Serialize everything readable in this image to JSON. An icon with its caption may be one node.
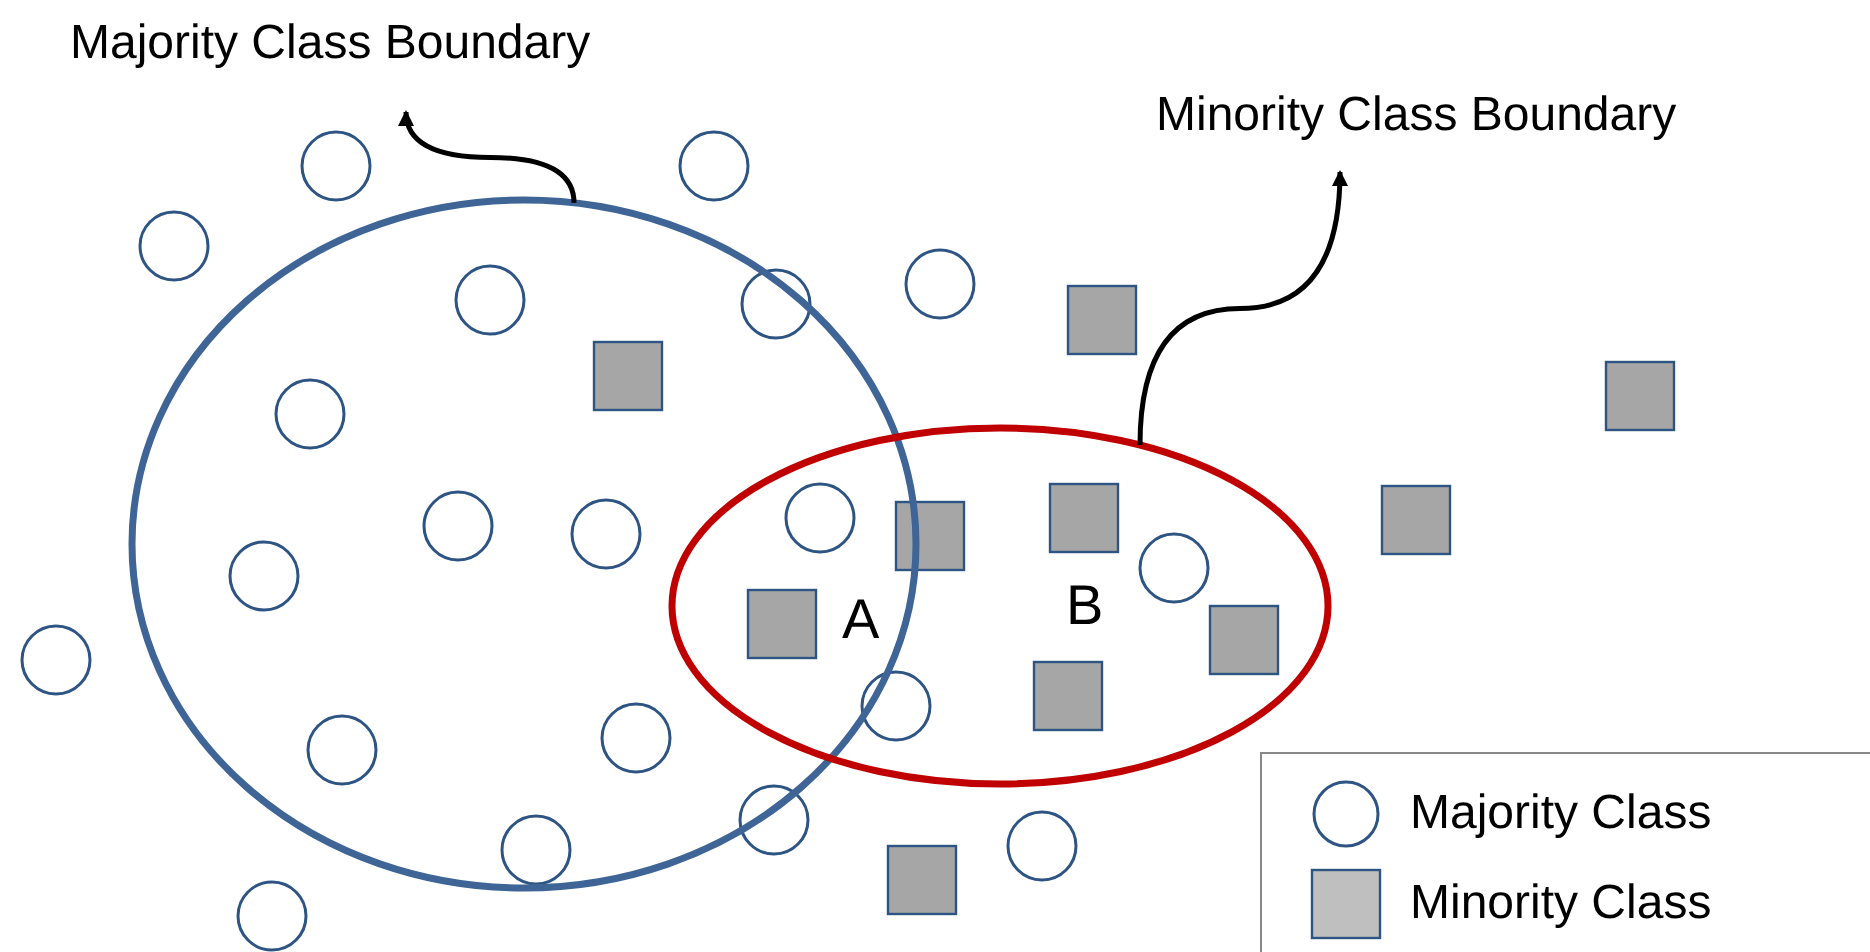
{
  "diagram": {
    "nodes": [
      {
        "text": [
          "Majority Class Boundary"
        ]
      },
      {
        "text": [],
        "shape": "ellipse"
      },
      {
        "text": [
          "Minority Class Boundary"
        ]
      },
      {
        "text": [],
        "shape": "ellipse"
      }
    ],
    "edges": [
      {
        "from": 1,
        "to": 0,
        "arrow": "to"
      },
      {
        "from": 3,
        "to": 2,
        "arrow": "to"
      }
    ],
    "labels": [
      "A",
      "B"
    ],
    "legend": [
      {
        "text": "Majority Class"
      },
      {
        "text": "Minority Class"
      }
    ]
  }
}
